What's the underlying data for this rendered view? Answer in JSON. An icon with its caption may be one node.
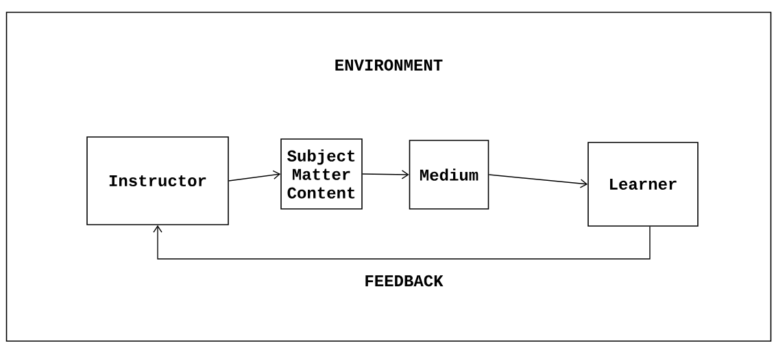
{
  "diagram": {
    "nodes": [
      {
        "text": [
          "ENVIRONMENT"
        ]
      },
      {
        "text": [
          "Instructor"
        ],
        "in": 0
      },
      {
        "text": [
          "Subject Matter Content"
        ],
        "in": 0
      },
      {
        "text": [
          "Medium"
        ],
        "in": 0
      },
      {
        "text": [
          "Learner"
        ],
        "in": 0
      }
    ],
    "edges": [
      {
        "from": 1,
        "to": 2,
        "arrow": "to"
      },
      {
        "from": 2,
        "to": 3,
        "arrow": "to"
      },
      {
        "from": 3,
        "to": 4,
        "arrow": "to"
      },
      {
        "from": 4,
        "to": 1,
        "arrow": "to",
        "label": "FEEDBACK"
      }
    ]
  }
}
